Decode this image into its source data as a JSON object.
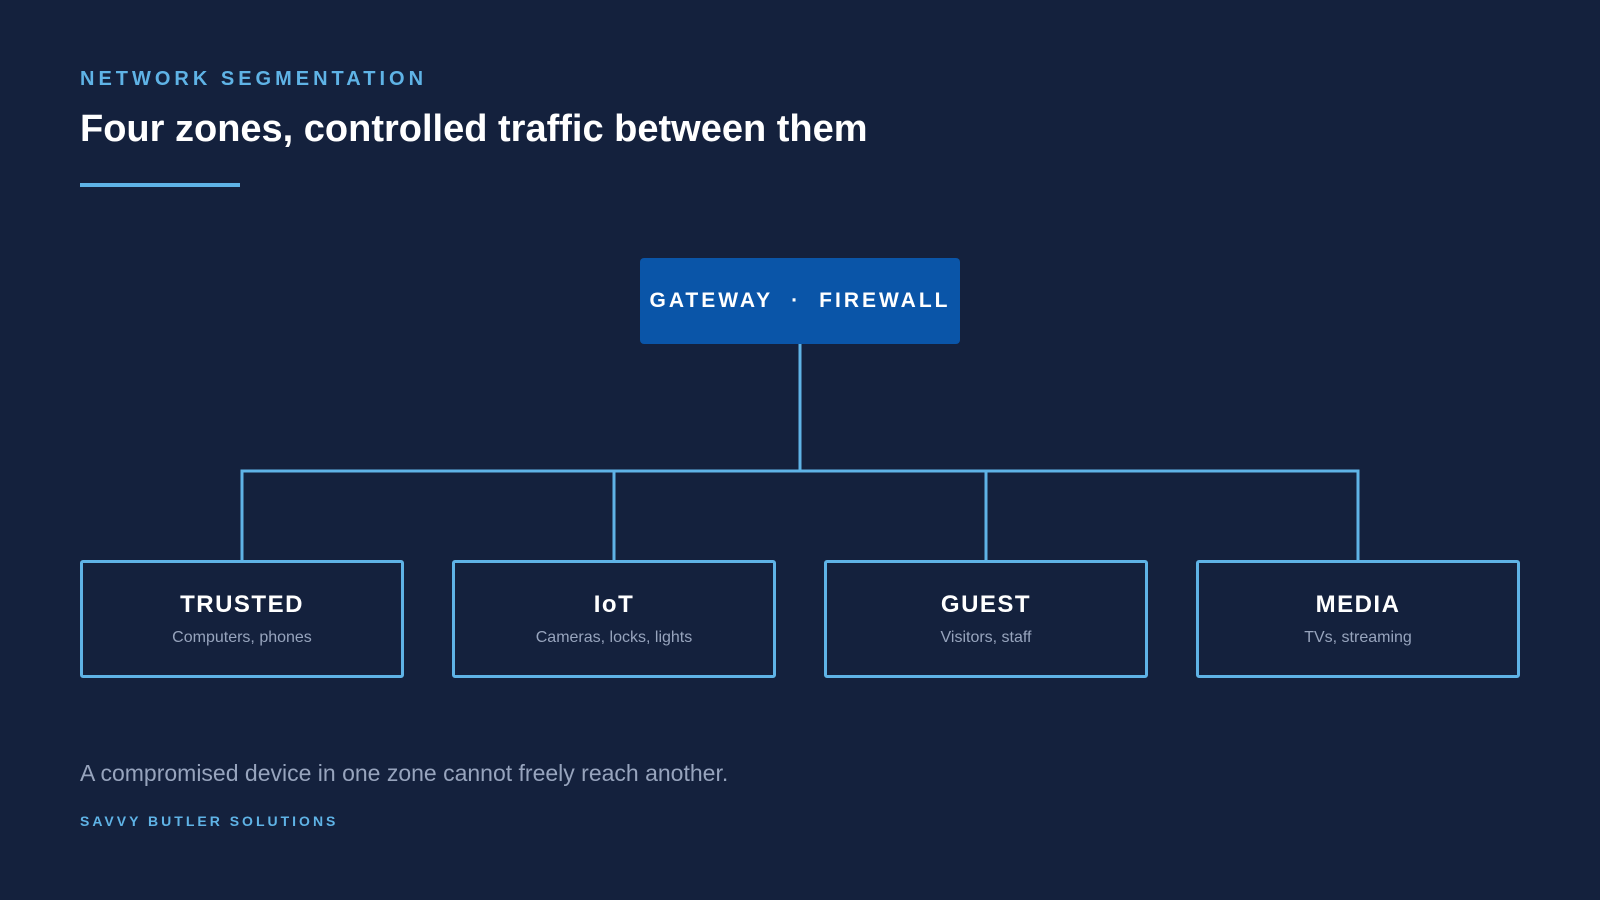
{
  "header": {
    "eyebrow": "NETWORK SEGMENTATION",
    "title": "Four zones, controlled traffic between them"
  },
  "diagram": {
    "gateway": {
      "left_label": "GATEWAY",
      "separator": "·",
      "right_label": "FIREWALL"
    },
    "zones": [
      {
        "name": "TRUSTED",
        "description": "Computers, phones"
      },
      {
        "name": "IoT",
        "description": "Cameras, locks, lights"
      },
      {
        "name": "GUEST",
        "description": "Visitors, staff"
      },
      {
        "name": "MEDIA",
        "description": "TVs, streaming"
      }
    ]
  },
  "caption": "A compromised device in one zone cannot freely reach another.",
  "brand": "SAVVY BUTLER SOLUTIONS",
  "colors": {
    "background": "#14213d",
    "accent": "#5fb3e6",
    "gateway_fill": "#0a55a8",
    "muted_text": "#97a4bd"
  }
}
